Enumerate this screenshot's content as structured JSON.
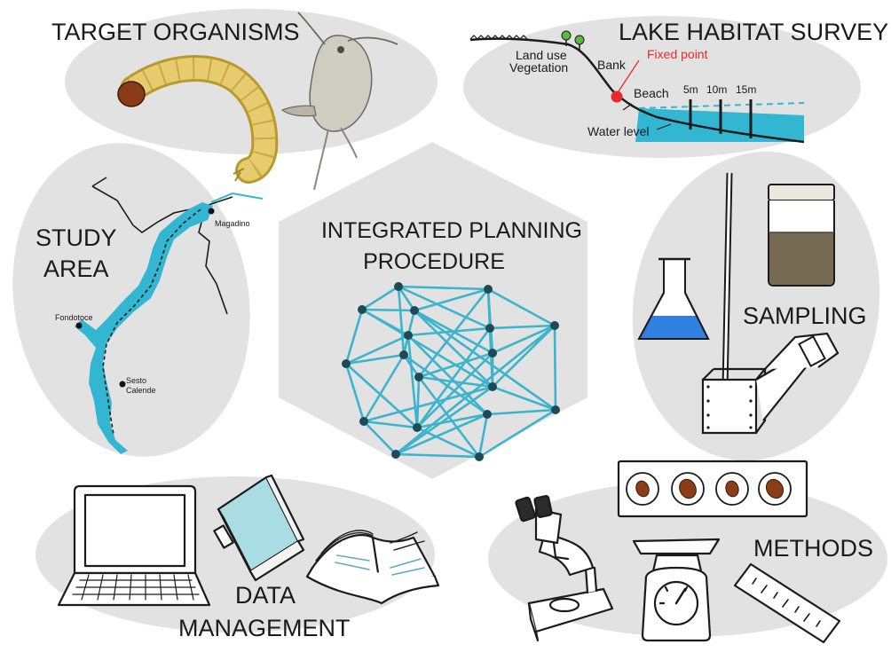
{
  "center": {
    "title_line1": "INTEGRATED PLANNING",
    "title_line2": "PROCEDURE",
    "network_color": "#3cb4cc",
    "node_color": "#1d4a55"
  },
  "target_organisms": {
    "title": "TARGET ORGANISMS"
  },
  "lake_survey": {
    "title": "LAKE HABITAT SURVEY",
    "land_use_line1": "Land use",
    "land_use_line2": "Vegetation",
    "bank": "Bank",
    "fixed_point": "Fixed point",
    "beach": "Beach",
    "water_level": "Water level",
    "d1": "5m",
    "d2": "10m",
    "d3": "15m"
  },
  "study_area": {
    "title_line1": "STUDY",
    "title_line2": "AREA",
    "place1": "Magadino",
    "place2": "Fondotoce",
    "place3_line1": "Sesto",
    "place3_line2": "Calende",
    "lake_color": "#33b6d1"
  },
  "sampling": {
    "title": "SAMPLING"
  },
  "methods": {
    "title": "METHODS"
  },
  "data_management": {
    "title_line1": "DATA",
    "title_line2": "MANAGEMENT"
  },
  "palette": {
    "panel": "#e3e2e3",
    "water": "#33b6d1",
    "accent_red": "#e8292b"
  }
}
